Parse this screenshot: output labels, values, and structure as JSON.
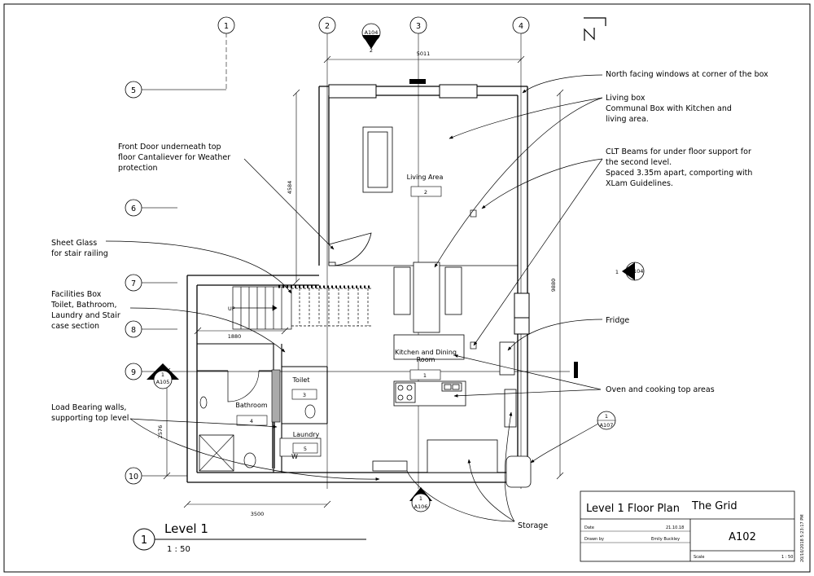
{
  "grid": {
    "cols": [
      "1",
      "2",
      "3",
      "4"
    ],
    "rows": [
      "5",
      "6",
      "7",
      "8",
      "9",
      "10"
    ]
  },
  "dimensions": {
    "top_width": "5011",
    "left_height": "4584",
    "right_height": "9880",
    "stair_width": "1880",
    "lower_left_height": "2576",
    "bottom_width": "3500"
  },
  "rooms": {
    "living_name": "Living Area",
    "living_num": "2",
    "kitchen_name1": "Kitchen and Dining",
    "kitchen_name2": "Room",
    "kitchen_num": "1",
    "toilet_name": "Toilet",
    "toilet_num": "3",
    "bathroom_name": "Bathroom",
    "bathroom_num": "4",
    "laundry_name": "Laundry",
    "laundry_num": "5",
    "stair_up": "UP",
    "washer": "W"
  },
  "section_markers": {
    "top_ref": "A104",
    "top_num": "2",
    "right_ref": "A104",
    "right_num": "1",
    "left_ref": "A105",
    "left_num": "1",
    "bottom_ref": "A106",
    "bottom_num": "1",
    "east_ref": "A107",
    "east_num": "1"
  },
  "annotations": {
    "north_windows": "North facing windows at corner of the box",
    "living_box": [
      "Living box",
      "Communal Box with Kitchen and",
      "living area."
    ],
    "clt_beams": [
      "CLT Beams for under floor support for",
      "the second level.",
      "Spaced 3.35m apart, comporting with",
      "XLam Guidelines."
    ],
    "front_door": [
      "Front Door underneath top",
      "floor Cantaliever for Weather",
      "protection"
    ],
    "sheet_glass": [
      "Sheet Glass",
      "for stair railing"
    ],
    "facilities": [
      "Facilities Box",
      "Toilet, Bathroom,",
      "Laundry and Stair",
      "case section"
    ],
    "fridge": "Fridge",
    "oven": "Oven and cooking top areas",
    "load_bearing": [
      "Load Bearing walls,",
      "supporting top level"
    ],
    "storage": "Storage"
  },
  "view_title": {
    "number": "1",
    "name": "Level 1",
    "scale": "1 : 50"
  },
  "title_block": {
    "sheet_name": "Level 1 Floor Plan",
    "project": "The Grid",
    "date_label": "Date",
    "date_value": "21.10.18",
    "drawn_label": "Drawn by",
    "drawn_value": "Emily Buckley",
    "sheet_number": "A102",
    "scale_label": "Scale",
    "scale_value": "1 : 50",
    "side_stamp": "20/10/2018 5:23:17 PM"
  },
  "colors": {
    "ink": "#000000",
    "paper": "#ffffff",
    "grid_gray": "#444444"
  }
}
